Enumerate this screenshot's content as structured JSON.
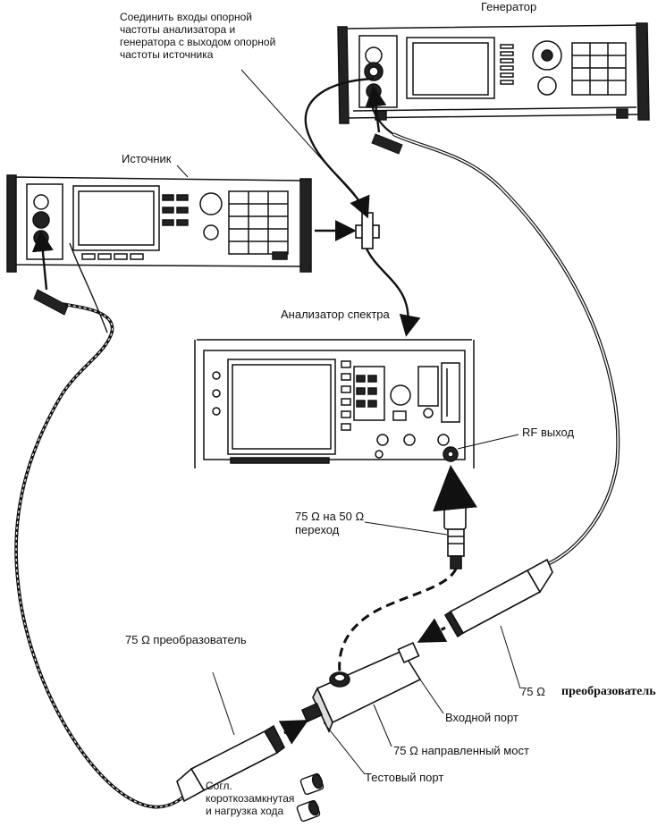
{
  "labels": {
    "generator": "Генератор",
    "connect_note": [
      "Соединить входы опорной",
      "частоты анализатора и",
      "генератора с выходом опорной",
      "частоты источника"
    ],
    "source": "Источник",
    "analyzer": "Анализатор спектра",
    "rf_out": "RF выход",
    "adapter": [
      "75 Ω на 50 Ω",
      "переход"
    ],
    "converter_left": "75 Ω преобразователь",
    "converter_right_ohm": "75 Ω",
    "converter_right_word": "преобразователь",
    "input_port": "Входной порт",
    "bridge": "75 Ω направленный мост",
    "test_port": "Тестовый порт",
    "loads": [
      "Согл.",
      "короткозамкнутая",
      "и нагрузка хода"
    ]
  },
  "colors": {
    "ink": "#111111",
    "panel": "#ffffff",
    "shade": "#2a2a2a"
  }
}
